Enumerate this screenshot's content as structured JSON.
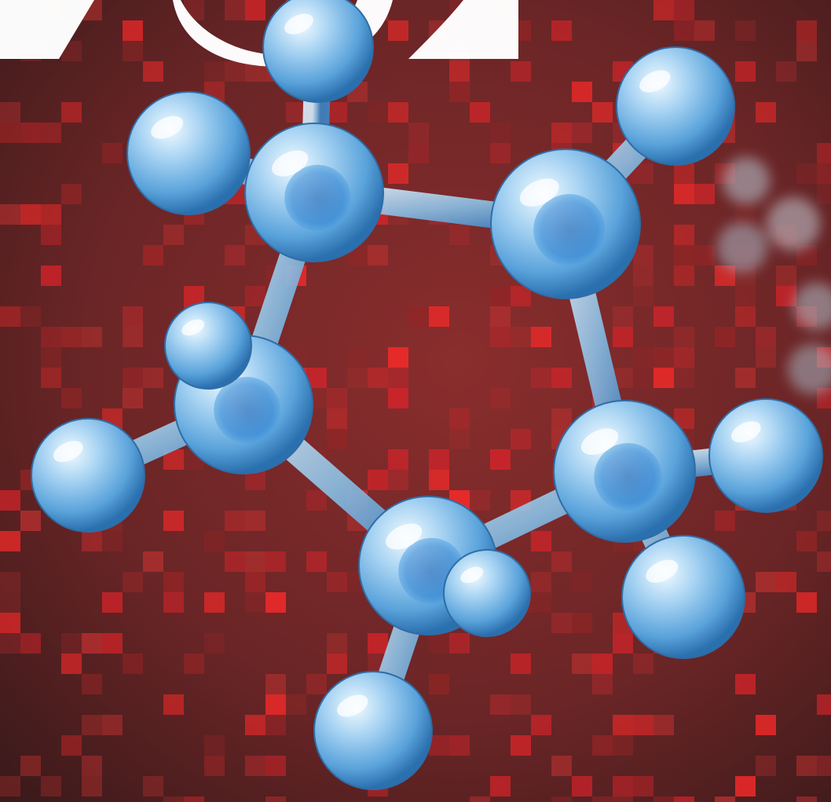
{
  "colors": {
    "background_dark": "#4a1e1f",
    "background_mid": "#7a2a2b",
    "pixel_red": "#d8242a",
    "pixel_bright": "#ff2a2a",
    "title_text": "#ffffff",
    "atom_light": "#cfe8fb",
    "atom_mid": "#7fbbe8",
    "atom_dark": "#1f6fc0",
    "bond": "#9fcbe6"
  },
  "icons": [
    "molecule-model-illustration",
    "pixel-mosaic-background",
    "partial-title-lettering"
  ]
}
